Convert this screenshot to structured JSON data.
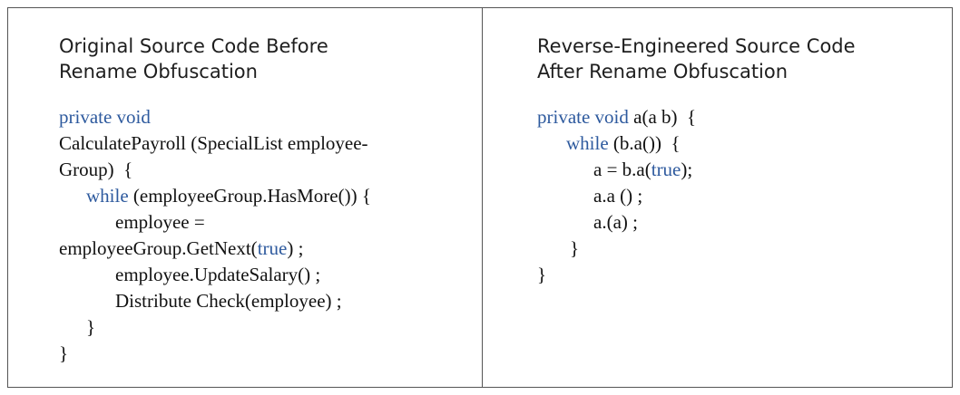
{
  "colors": {
    "keyword": "#2e5a9e",
    "text": "#111111",
    "border": "#555555"
  },
  "left_panel": {
    "heading_line1": "Original Source Code Before",
    "heading_line2": "Rename Obfuscation",
    "code": [
      {
        "indent": 0,
        "segments": [
          {
            "text": "private void",
            "kw": true
          }
        ]
      },
      {
        "indent": 0,
        "segments": [
          {
            "text": "CalculatePayroll (SpecialList employee-",
            "kw": false
          }
        ]
      },
      {
        "indent": 0,
        "segments": [
          {
            "text": "Group)  {",
            "kw": false
          }
        ]
      },
      {
        "indent": 30,
        "segments": [
          {
            "text": "while",
            "kw": true
          },
          {
            "text": " (employeeGroup.HasMore()) {",
            "kw": false
          }
        ]
      },
      {
        "indent": 62,
        "segments": [
          {
            "text": "employee =",
            "kw": false
          }
        ]
      },
      {
        "indent": 0,
        "segments": [
          {
            "text": "employeeGroup.GetNext(",
            "kw": false
          },
          {
            "text": "true",
            "kw": true
          },
          {
            "text": ") ;",
            "kw": false
          }
        ]
      },
      {
        "indent": 62,
        "segments": [
          {
            "text": "employee.UpdateSalary() ;",
            "kw": false
          }
        ]
      },
      {
        "indent": 62,
        "segments": [
          {
            "text": "Distribute Check(employee) ;",
            "kw": false
          }
        ]
      },
      {
        "indent": 30,
        "segments": [
          {
            "text": "}",
            "kw": false
          }
        ]
      },
      {
        "indent": 0,
        "segments": [
          {
            "text": "}",
            "kw": false
          }
        ]
      }
    ]
  },
  "right_panel": {
    "heading_line1": "Reverse-Engineered Source Code",
    "heading_line2": "After Rename Obfuscation",
    "code": [
      {
        "indent": 0,
        "segments": [
          {
            "text": "private void",
            "kw": true
          },
          {
            "text": " a(a b)  {",
            "kw": false
          }
        ]
      },
      {
        "indent": 32,
        "segments": [
          {
            "text": "while",
            "kw": true
          },
          {
            "text": " (b.a())  {",
            "kw": false
          }
        ]
      },
      {
        "indent": 62,
        "segments": [
          {
            "text": "a = b.a(",
            "kw": false
          },
          {
            "text": "true",
            "kw": true
          },
          {
            "text": ");",
            "kw": false
          }
        ]
      },
      {
        "indent": 62,
        "segments": [
          {
            "text": "a.a () ;",
            "kw": false
          }
        ]
      },
      {
        "indent": 62,
        "segments": [
          {
            "text": "a.(a) ;",
            "kw": false
          }
        ]
      },
      {
        "indent": 36,
        "segments": [
          {
            "text": "}",
            "kw": false
          }
        ]
      },
      {
        "indent": 0,
        "segments": [
          {
            "text": "}",
            "kw": false
          }
        ]
      }
    ]
  }
}
